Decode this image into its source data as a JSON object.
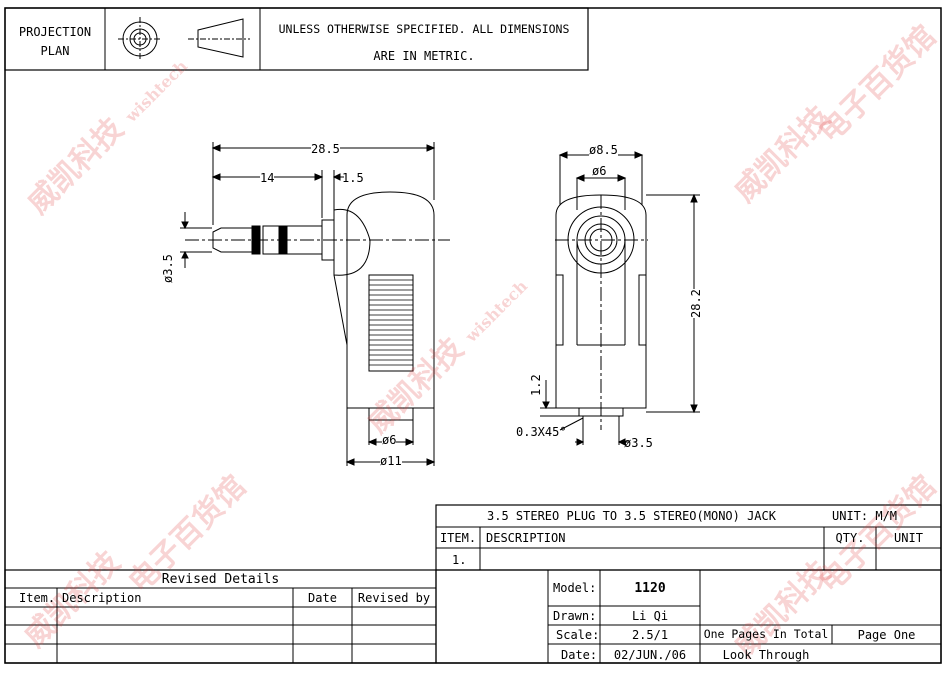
{
  "header": {
    "projection_line1": "PROJECTION",
    "projection_line2": "PLAN",
    "note_line1": "UNLESS OTHERWISE SPECIFIED. ALL DIMENSIONS",
    "note_line2": "ARE IN METRIC."
  },
  "side_view": {
    "dim_overall_length": "28.5",
    "dim_plug_length": "14",
    "dim_flange": "1.5",
    "dim_plug_dia": "ø3.5",
    "dim_bottom_inner": "ø6",
    "dim_bottom_outer": "ø11"
  },
  "front_view": {
    "dim_outer_dia": "ø8.5",
    "dim_inner_dia": "ø6",
    "dim_height": "28.2",
    "dim_step": "1.2",
    "dim_chamfer": "0.3X45°",
    "dim_jack_dia": "ø3.5"
  },
  "title_block": {
    "title": "3.5 STEREO PLUG TO 3.5 STEREO(MONO) JACK",
    "unit_label": "UNIT: M/M",
    "col_item": "ITEM.",
    "col_description": "DESCRIPTION",
    "col_qty": "QTY.",
    "col_unit": "UNIT",
    "row1_item": "1."
  },
  "revision_block": {
    "title": "Revised Details",
    "col_item": "Item.",
    "col_description": "Description",
    "col_date": "Date",
    "col_revised_by": "Revised by"
  },
  "info_block": {
    "model_label": "Model:",
    "model_value": "1120",
    "drawn_label": "Drawn:",
    "drawn_value": "Li Qi",
    "scale_label": "Scale:",
    "scale_value": "2.5/1",
    "date_label": "Date:",
    "date_value": "02/JUN./06",
    "pages_total": "One Pages In Total",
    "page_number": "Page One",
    "look_through": "Look Through"
  },
  "watermark": {
    "text": "威凯科技",
    "text2": "电子百货馆",
    "brand": "wishtech",
    "color": "#e03c3c"
  }
}
